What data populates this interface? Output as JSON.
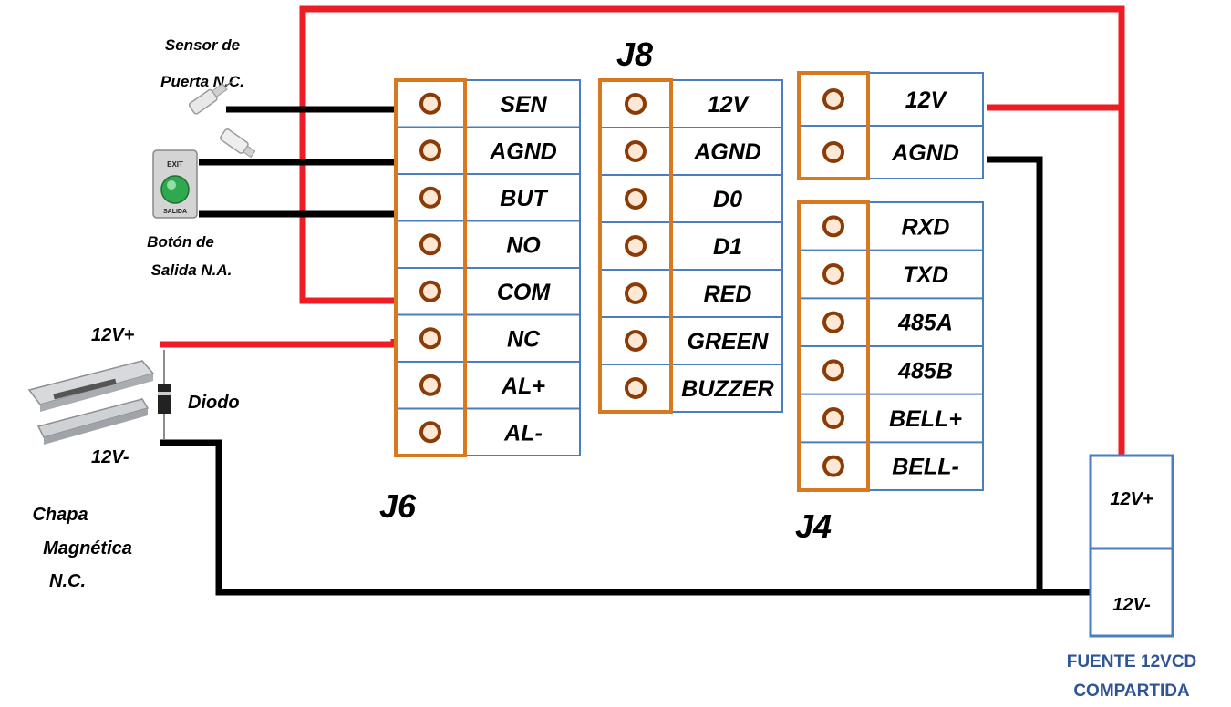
{
  "connectors": {
    "j6": {
      "name": "J6",
      "pins": [
        "SEN",
        "AGND",
        "BUT",
        "NO",
        "COM",
        "NC",
        "AL+",
        "AL-"
      ]
    },
    "j8": {
      "name": "J8",
      "pins": [
        "12V",
        "AGND",
        "D0",
        "D1",
        "RED",
        "GREEN",
        "BUZZER"
      ]
    },
    "power_block": {
      "pins": [
        "12V",
        "AGND"
      ]
    },
    "j4": {
      "name": "J4",
      "pins": [
        "RXD",
        "TXD",
        "485A",
        "485B",
        "BELL+",
        "BELL-"
      ]
    }
  },
  "devices": {
    "door_sensor": {
      "line1": "Sensor de",
      "line2": "Puerta N.C."
    },
    "exit_button": {
      "line1": "Botón de",
      "line2": "Salida N.A.",
      "top_text": "EXIT",
      "bottom_text": "SALIDA"
    },
    "maglock": {
      "plus_label": "12V+",
      "minus_label": "12V-",
      "diode_label": "Diodo",
      "line1": "Chapa",
      "line2": "Magnética",
      "line3": "N.C."
    },
    "power_supply": {
      "plus_label": "12V+",
      "minus_label": "12V-",
      "line1": "FUENTE 12VCD",
      "line2": "COMPARTIDA"
    }
  },
  "colors": {
    "positive_wire": "#ee1c24",
    "negative_wire": "#000000",
    "terminal_fill": "#fde8d6",
    "terminal_ring": "#8b3c06",
    "connector_outline": "#d9791f",
    "label_box": "#4a7ec0",
    "psu_caption": "#2f5597"
  }
}
